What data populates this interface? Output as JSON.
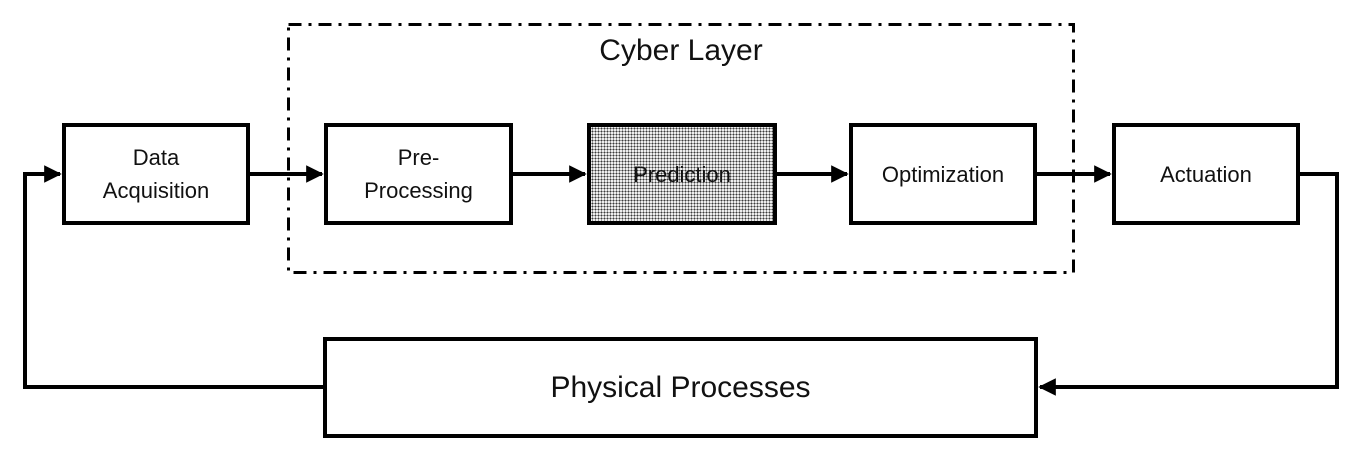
{
  "diagram": {
    "type": "flowchart",
    "cyber_layer": {
      "title": "Cyber Layer",
      "border_style": "dash-dot",
      "contains": [
        "pre-processing",
        "prediction",
        "optimization"
      ]
    },
    "nodes": [
      {
        "id": "data-acquisition",
        "label": "Data\nAcquisition",
        "fill": "white"
      },
      {
        "id": "pre-processing",
        "label": "Pre-\nProcessing",
        "fill": "white"
      },
      {
        "id": "prediction",
        "label": "Prediction",
        "fill": "stippled-gray"
      },
      {
        "id": "optimization",
        "label": "Optimization",
        "fill": "white"
      },
      {
        "id": "actuation",
        "label": "Actuation",
        "fill": "white"
      }
    ],
    "physical_processes": {
      "label": "Physical Processes",
      "fill": "white"
    },
    "edges": [
      {
        "from": "physical-processes",
        "to": "data-acquisition",
        "route": "left feedback loop"
      },
      {
        "from": "data-acquisition",
        "to": "pre-processing"
      },
      {
        "from": "pre-processing",
        "to": "prediction"
      },
      {
        "from": "prediction",
        "to": "optimization"
      },
      {
        "from": "optimization",
        "to": "actuation"
      },
      {
        "from": "actuation",
        "to": "physical-processes",
        "route": "right feedback loop"
      }
    ],
    "colors": {
      "stroke": "#000000",
      "text": "#111111",
      "background": "#ffffff",
      "prediction_fill": "#efefef"
    }
  }
}
